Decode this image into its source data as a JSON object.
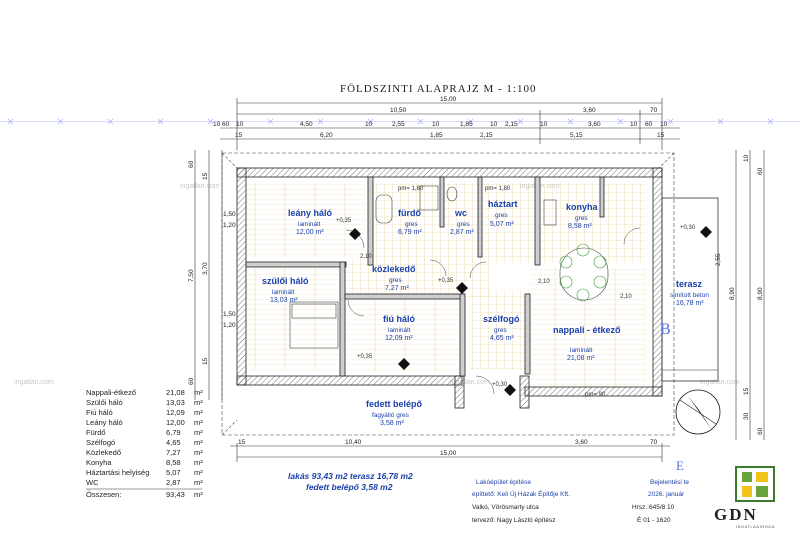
{
  "title": "FÖLDSZINTI ALAPRAJZ    M - 1:100",
  "watermark": "ingatlan.com",
  "dimensions": {
    "top": {
      "overall": "15,00",
      "segA": "10,50",
      "segB": "3,60",
      "segC": "70"
    },
    "top_row2": [
      "10",
      "60",
      "10",
      "4,50",
      "10",
      "2,55",
      "10",
      "1,85",
      "10",
      "2,15",
      "10",
      "3,60",
      "10",
      "60",
      "10"
    ],
    "top_row3": [
      "15",
      "6,20",
      "1,85",
      "2,15",
      "5,15",
      "15"
    ],
    "bottom_row1": [
      "15",
      "10,40",
      "3,60",
      "70"
    ],
    "bottom_overall": "15,00",
    "left": [
      "60",
      "15",
      "1,50",
      "1,20",
      "7,50",
      "3,70",
      "1,50",
      "1,20",
      "15",
      "60"
    ],
    "right": [
      "10",
      "60",
      "8,90",
      "8,90",
      "15",
      "2,55",
      "30",
      "60"
    ]
  },
  "rooms": [
    {
      "name": "leány háló",
      "floor": "laminált",
      "area": "12,00 m²"
    },
    {
      "name": "fürdő",
      "floor": "gres",
      "area": "6,79 m²"
    },
    {
      "name": "wc",
      "floor": "gres",
      "area": "2,87 m²"
    },
    {
      "name": "háztart",
      "floor": "gres",
      "area": "5,07 m²"
    },
    {
      "name": "konyha",
      "floor": "gres",
      "area": "8,58 m²"
    },
    {
      "name": "közlekedő",
      "floor": "gres",
      "area": "7,27 m²"
    },
    {
      "name": "szülői háló",
      "floor": "laminált",
      "area": "13,03 m²"
    },
    {
      "name": "fiú háló",
      "floor": "laminált",
      "area": "12,09 m²"
    },
    {
      "name": "szélfogó",
      "floor": "gres",
      "area": "4,65 m²"
    },
    {
      "name": "nappali - étkező",
      "floor": "laminált",
      "area": "21,08 m²"
    },
    {
      "name": "terasz",
      "floor": "simított beton",
      "area": "16,78 m²"
    },
    {
      "name": "fedett belépő",
      "floor": "fagyálló gres",
      "area": "3,58 m²"
    }
  ],
  "levels": [
    "+0,35",
    "+0,35",
    "+0,30",
    "+0,30",
    "+0,35"
  ],
  "notes": {
    "pm1": "pm= 1,80",
    "pm2": "pm= 1,80",
    "pm90": "pm= 90",
    "door": "2,10",
    "section": "B",
    "north": "E"
  },
  "area_table": {
    "rows": [
      {
        "name": "Nappali-étkező",
        "value": "21,08",
        "unit": "m²"
      },
      {
        "name": "Szülői háló",
        "value": "13,03",
        "unit": "m²"
      },
      {
        "name": "Fiú háló",
        "value": "12,09",
        "unit": "m²"
      },
      {
        "name": "Leány háló",
        "value": "12,00",
        "unit": "m²"
      },
      {
        "name": "Fürdő",
        "value": "6,79",
        "unit": "m²"
      },
      {
        "name": "Szélfogó",
        "value": "4,65",
        "unit": "m²"
      },
      {
        "name": "Közlekedő",
        "value": "7,27",
        "unit": "m²"
      },
      {
        "name": "Konyha",
        "value": "8,58",
        "unit": "m²"
      },
      {
        "name": "Háztartási helyiség",
        "value": "5,07",
        "unit": "m²"
      },
      {
        "name": "WC",
        "value": "2,87",
        "unit": "m²"
      }
    ],
    "total_label": "Összesen:",
    "total_value": "93,43",
    "total_unit": "m²"
  },
  "summary": {
    "line1": "lakás  93,43 m2   terasz 16,78 m2",
    "line2": "fedett belépő 3,58 m2"
  },
  "title_block": {
    "project": "Lakóépület építése",
    "client": "építtető: Keli Új Házak Építője Kft.",
    "address": "Valkó, Vörösmarty utca",
    "designer": "tervező:  Nagy László  építész",
    "status": "Bejelentési te",
    "date": "2026. január",
    "lot": "Hrsz.:645/8  10",
    "code": "É 01 - 1620",
    "logo": "GDN",
    "logo_sub": "INGATLANIRODA"
  }
}
